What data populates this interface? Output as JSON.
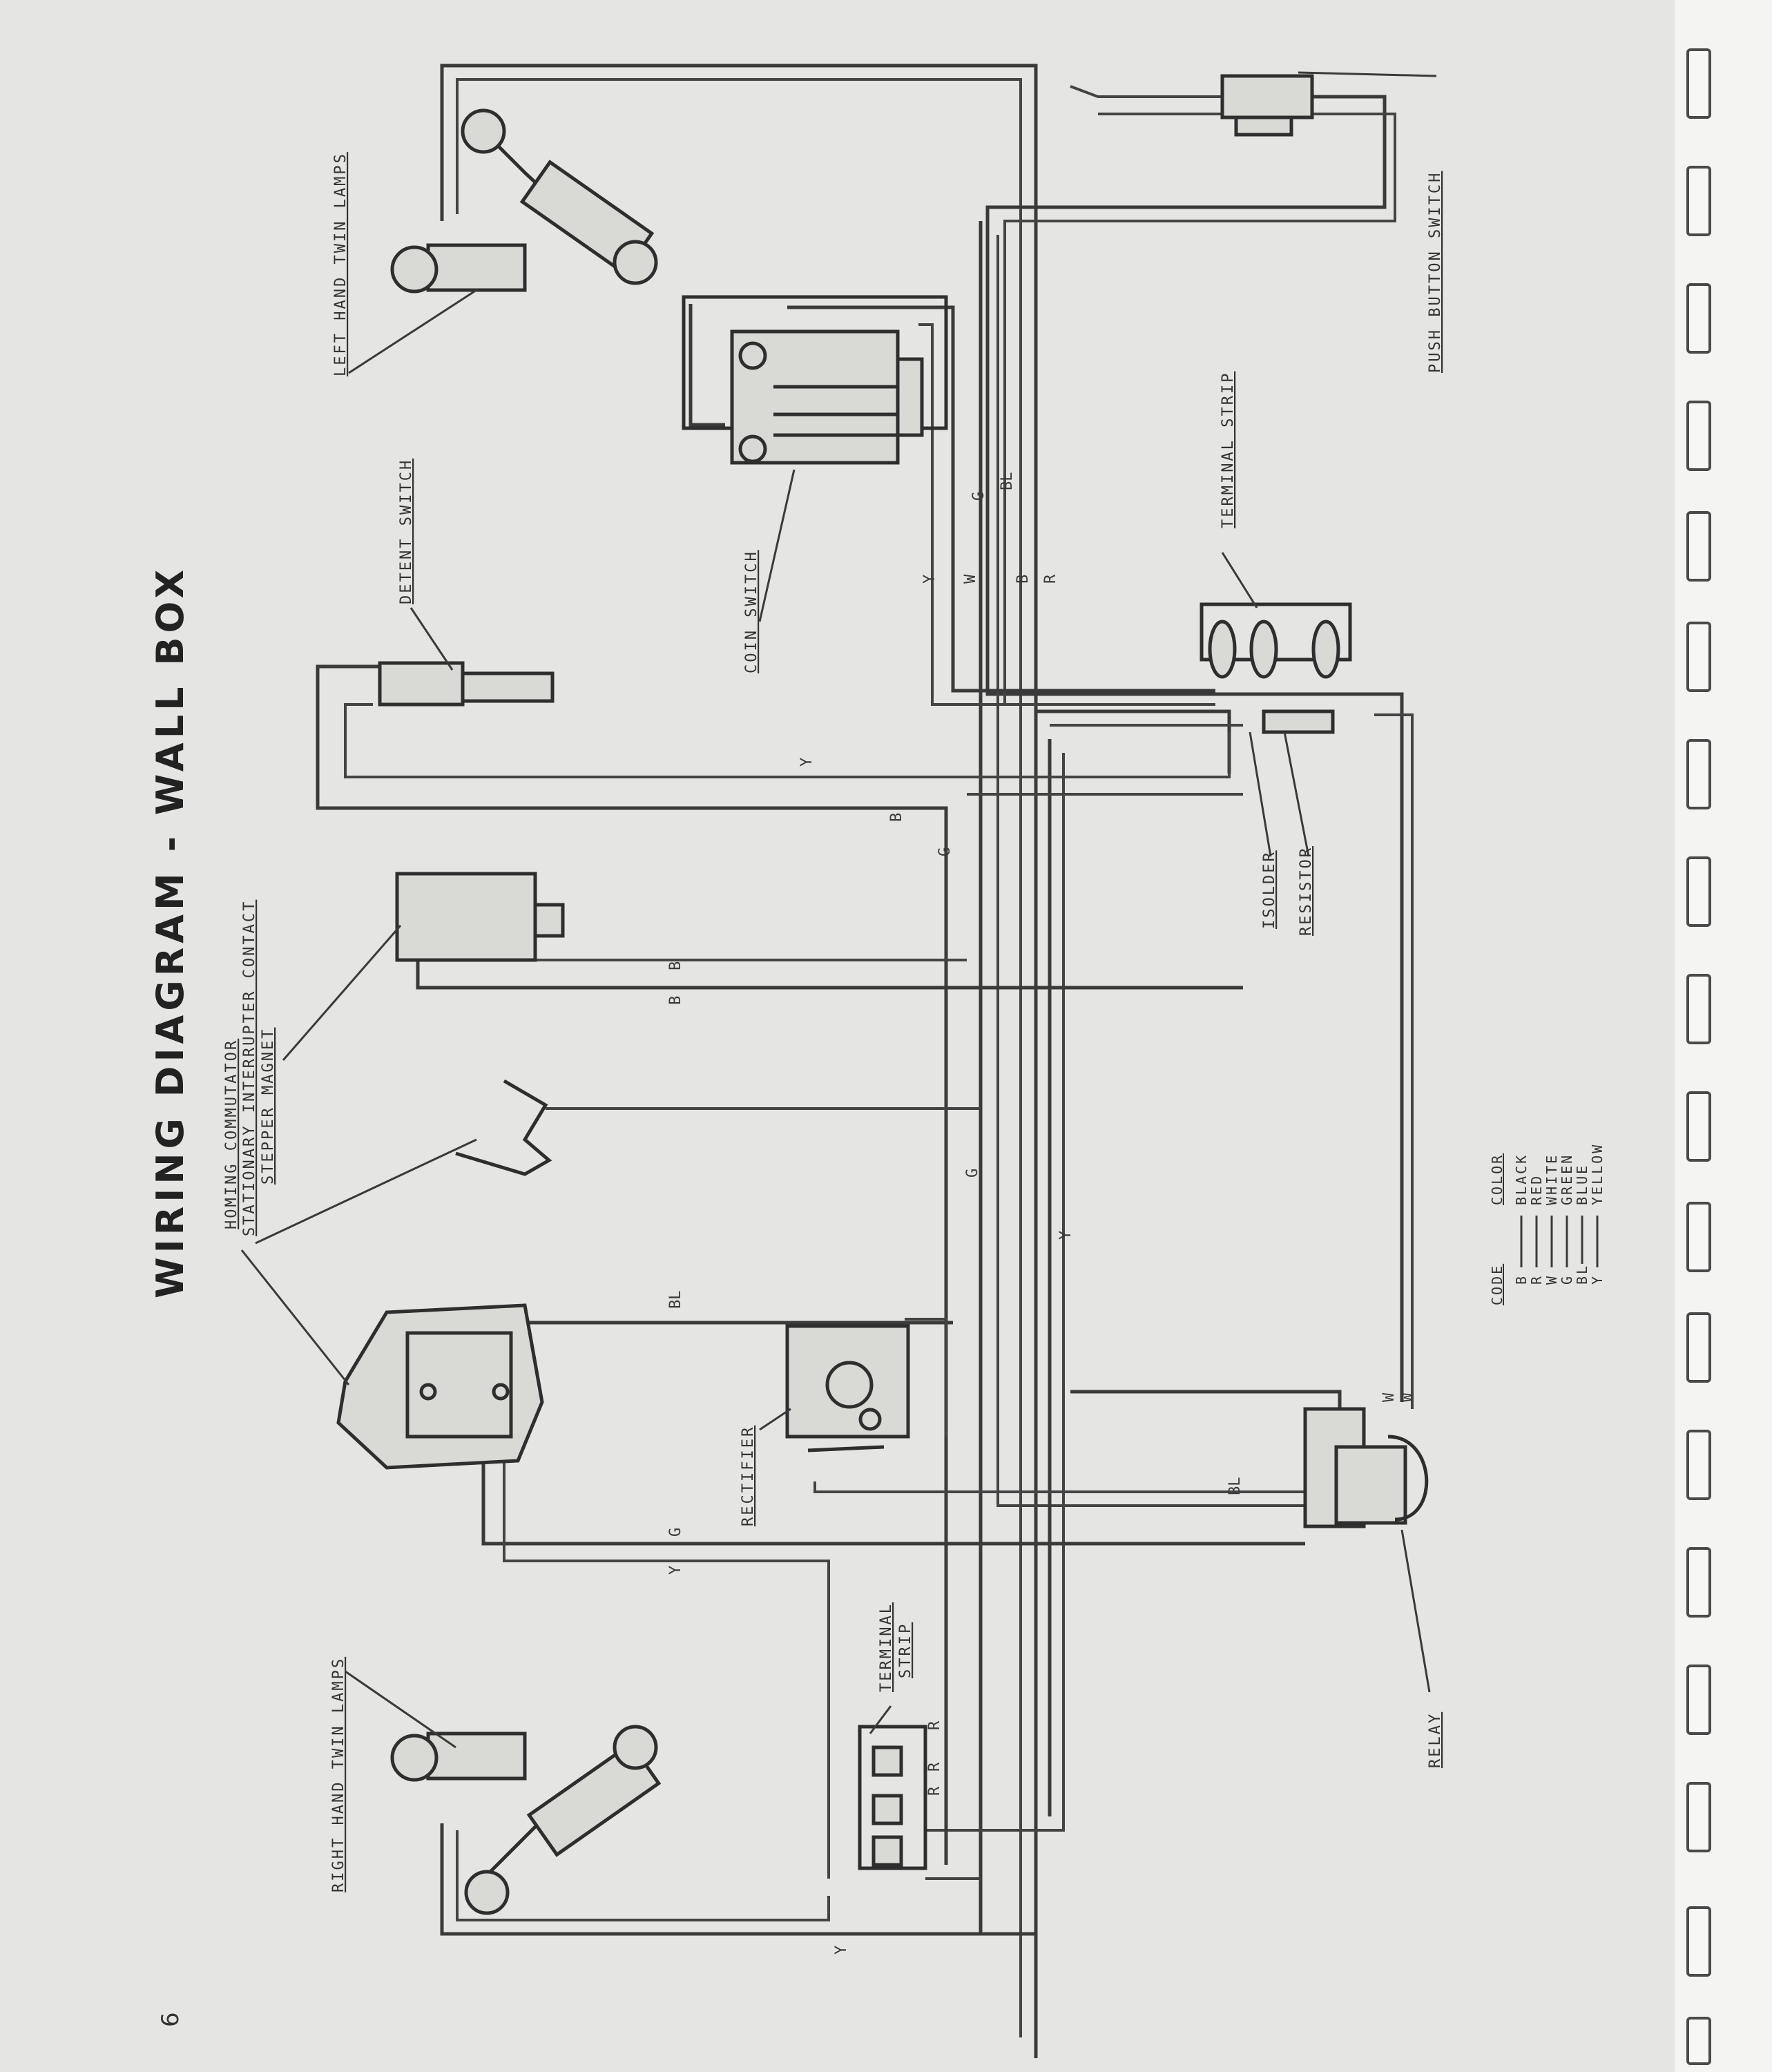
{
  "title": "WIRING DIAGRAM - WALL BOX",
  "page_number": "6",
  "components": {
    "left_hand_twin_lamps": "LEFT HAND TWIN LAMPS",
    "right_hand_twin_lamps": "RIGHT HAND TWIN LAMPS",
    "detent_switch": "DETENT SWITCH",
    "coin_switch": "COIN SWITCH",
    "terminal_strip_top": "TERMINAL STRIP",
    "terminal_strip_bottom_line1": "TERMINAL",
    "terminal_strip_bottom_line2": "STRIP",
    "push_button_switch": "PUSH BUTTON SWITCH",
    "isolder": "ISOLDER",
    "resistor": "RESISTOR",
    "homing_commutator": "HOMING COMMUTATOR",
    "stationary_interrupter_contact": "STATIONARY INTERRUPTER CONTACT",
    "stepper_magnet": "STEPPER MAGNET",
    "rectifier": "RECTIFIER",
    "relay": "RELAY"
  },
  "wire_labels": {
    "y1": "Y",
    "w1": "W",
    "g1": "G",
    "bl1": "BL",
    "b1": "B",
    "r1": "R",
    "y2": "Y",
    "b2": "B",
    "g2": "G",
    "b3": "B",
    "b4": "B",
    "g3": "G",
    "y3": "Y",
    "bl2": "BL",
    "g4": "G",
    "y4": "Y",
    "bl3": "BL",
    "r2": "R",
    "r3": "R",
    "r4": "R",
    "y5": "Y",
    "w2": "W",
    "w3": "W"
  },
  "color_code": {
    "header_code": "CODE",
    "header_color": "COLOR",
    "rows": [
      {
        "code": "B",
        "color": "BLACK"
      },
      {
        "code": "R",
        "color": "RED"
      },
      {
        "code": "W",
        "color": "WHITE"
      },
      {
        "code": "G",
        "color": "GREEN"
      },
      {
        "code": "BL",
        "color": "BLUE"
      },
      {
        "code": "Y",
        "color": "YELLOW"
      }
    ]
  }
}
